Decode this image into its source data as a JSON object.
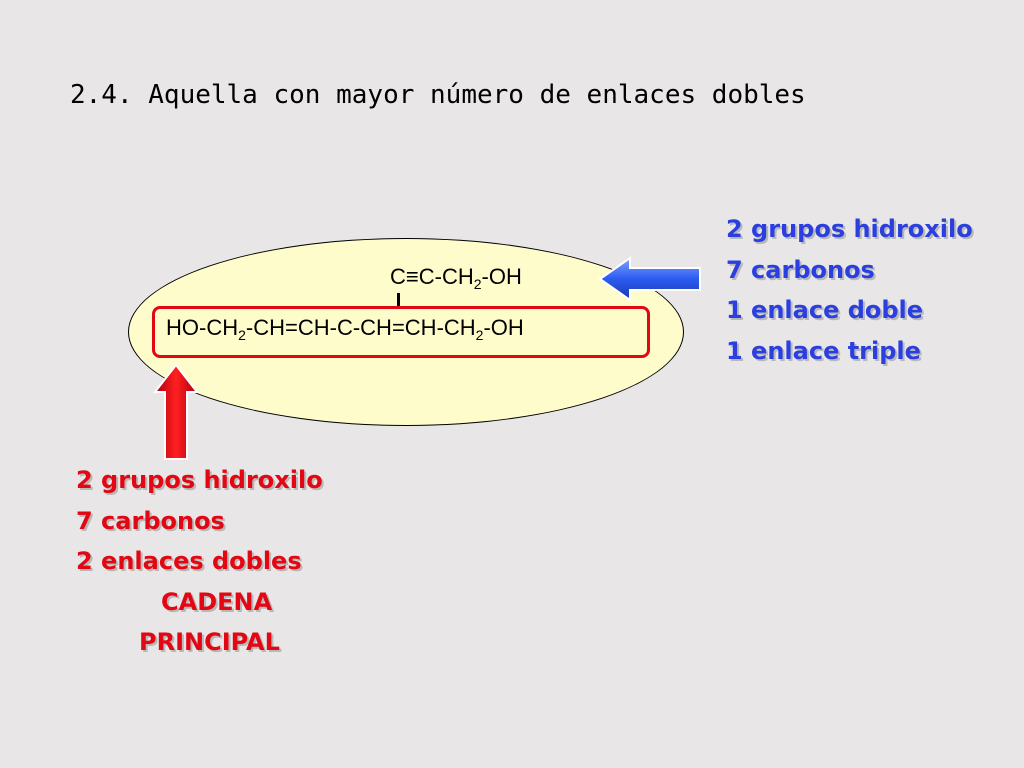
{
  "title": "2.4. Aquella con mayor número de enlaces dobles",
  "formula": {
    "branch_triple": "C≡",
    "branch_rest": "C-CH",
    "branch_sub": "2",
    "branch_end": "-OH",
    "main_a": "HO-CH",
    "main_sub1": "2",
    "main_b": "-CH=CH-C-CH=CH-CH",
    "main_sub2": "2",
    "main_c": "-OH"
  },
  "blue_info": {
    "line1": "2 grupos hidroxilo",
    "line2": "7 carbonos",
    "line3": "1 enlace doble",
    "line4": "1 enlace triple"
  },
  "red_info": {
    "line1": "2 grupos hidroxilo",
    "line2": "7 carbonos",
    "line3": "2 enlaces dobles",
    "line4": "CADENA",
    "line5": "PRINCIPAL"
  },
  "colors": {
    "background": "#e8e6e6",
    "ellipse": "#fffccc",
    "blue": "#2b3fe0",
    "red": "#e30613"
  }
}
